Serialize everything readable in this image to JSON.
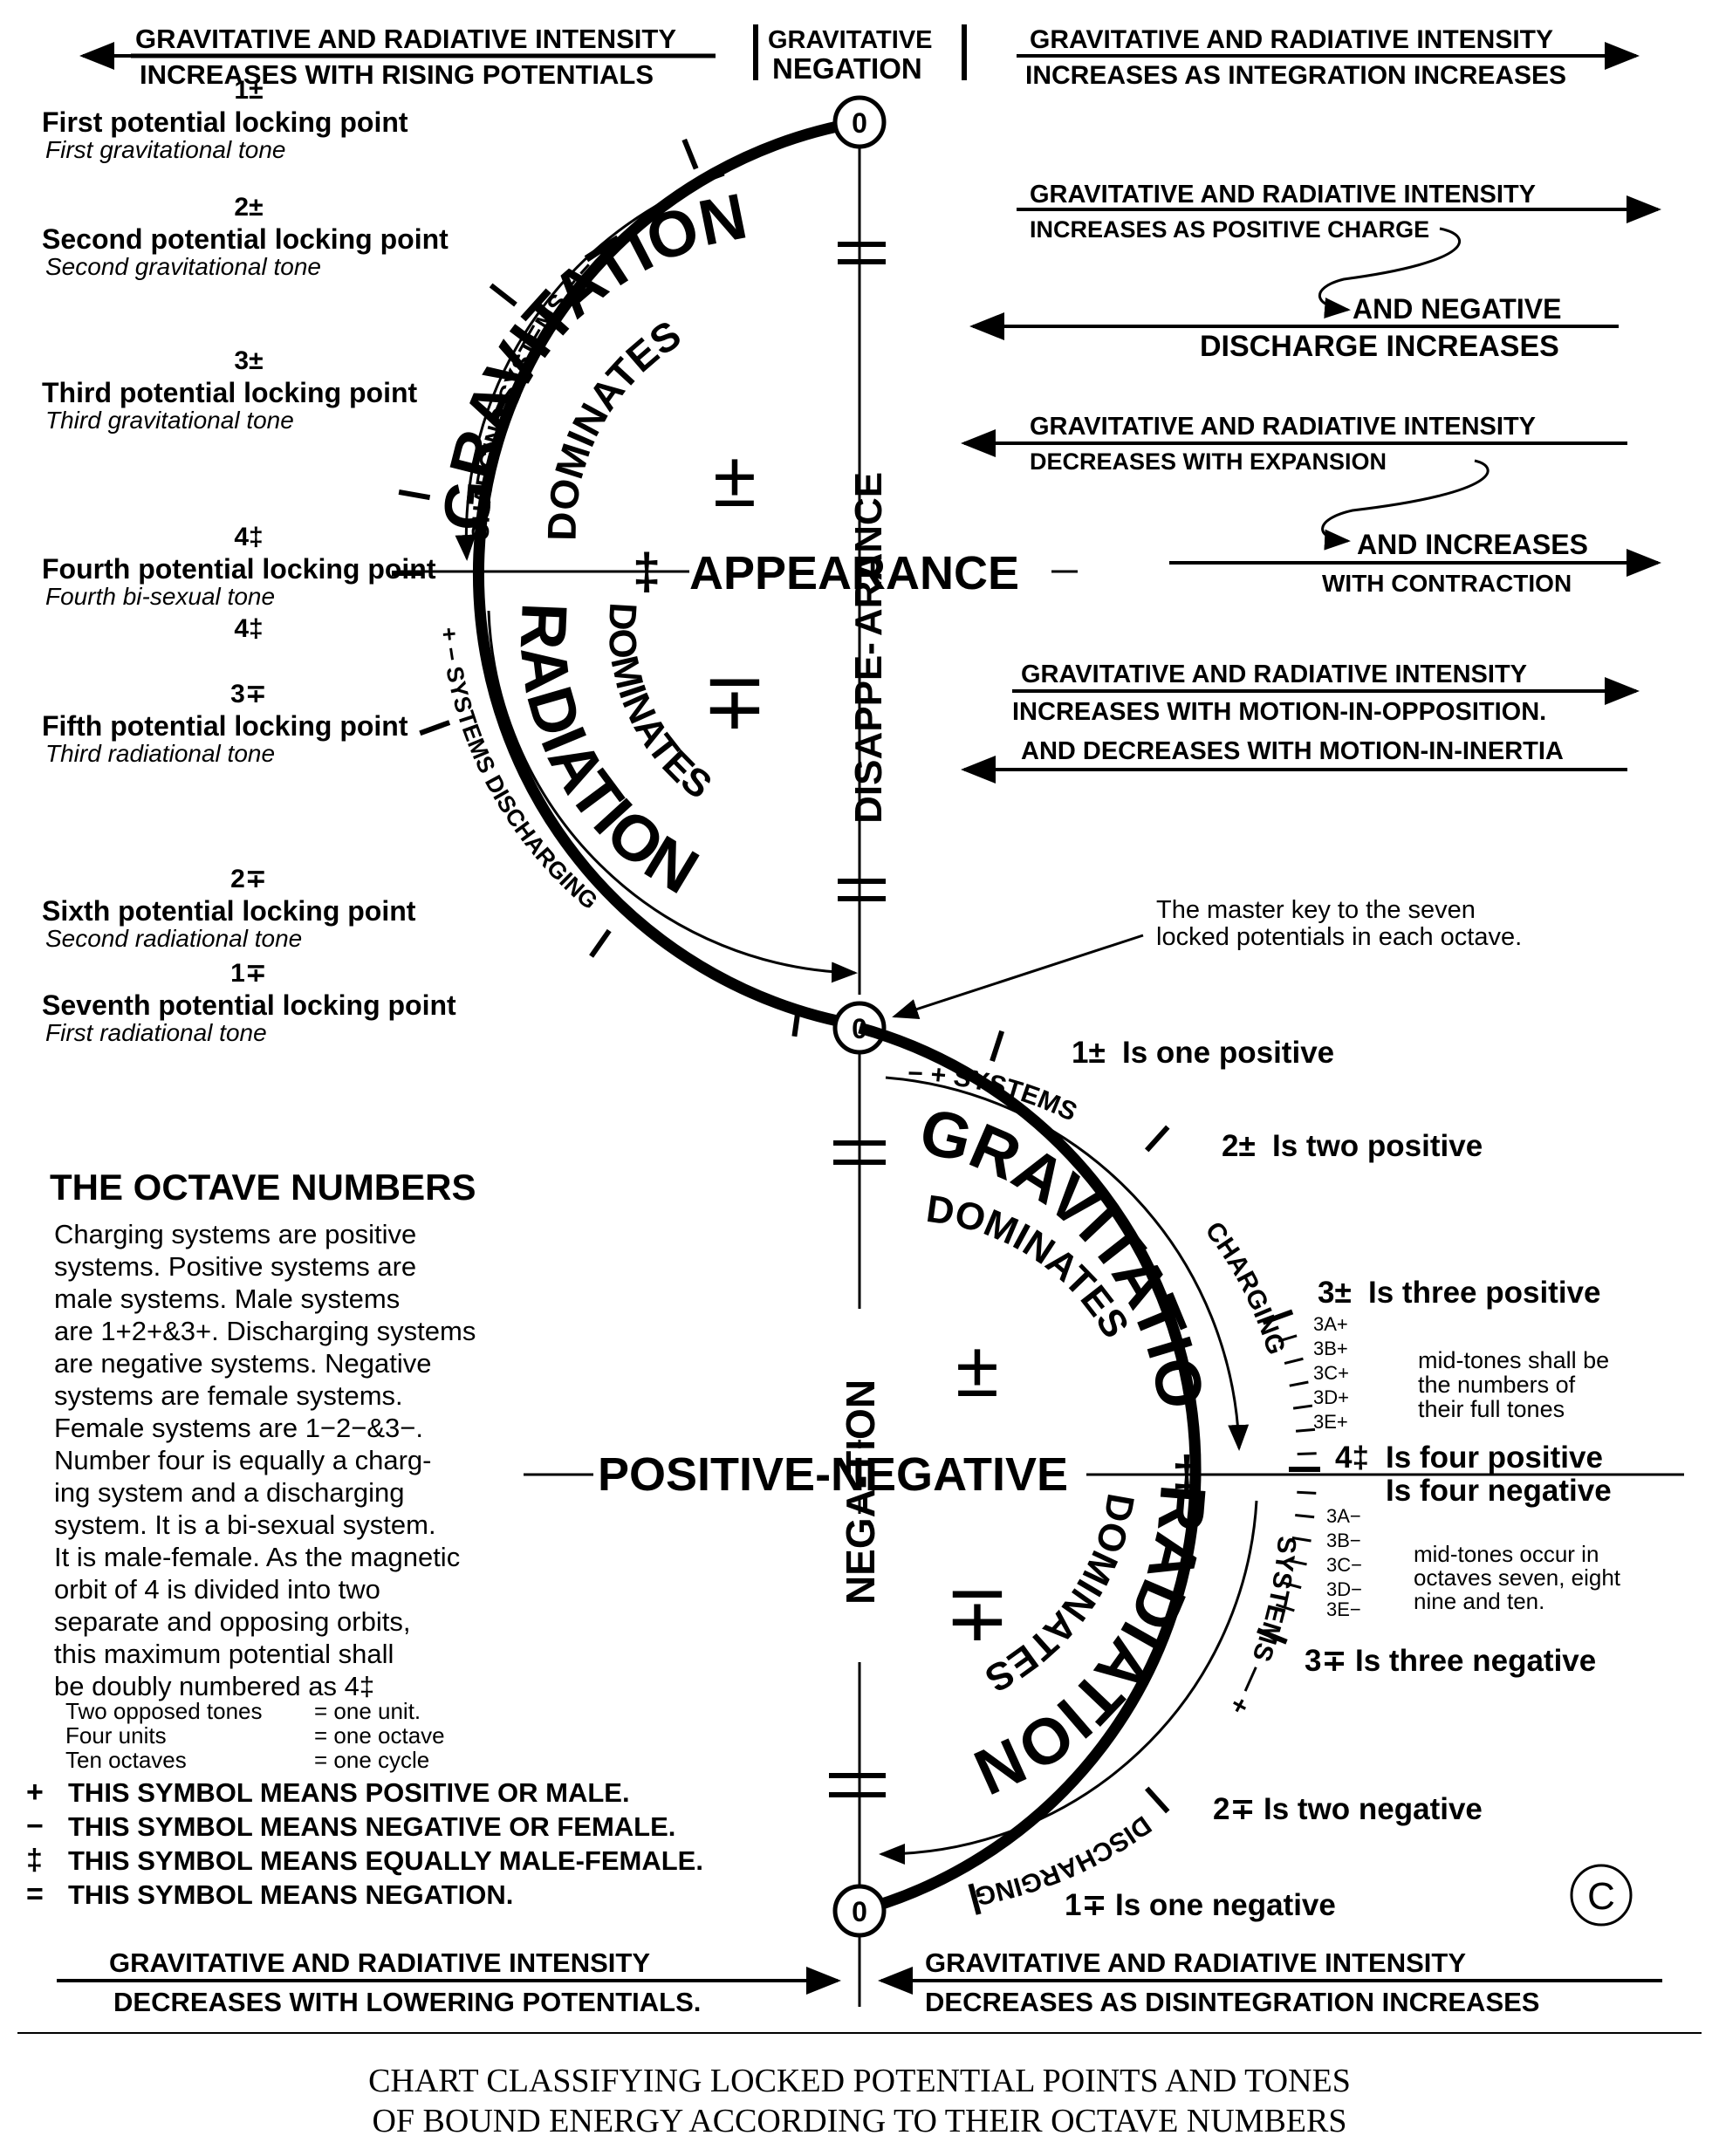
{
  "colors": {
    "ink": "#000000",
    "paper": "#ffffff"
  },
  "top": {
    "left_line1": "GRAVITATIVE AND RADIATIVE INTENSITY",
    "left_line2": "INCREASES WITH RISING POTENTIALS",
    "center_line1": "GRAVITATIVE",
    "center_line2": "NEGATION",
    "right_line1": "GRAVITATIVE AND RADIATIVE INTENSITY",
    "right_line2": "INCREASES AS INTEGRATION INCREASES"
  },
  "zero_symbol": "0",
  "upper": {
    "locking_points": [
      {
        "num": "1±",
        "title": "First potential locking point",
        "tone": "First gravitational tone"
      },
      {
        "num": "2±",
        "title": "Second potential locking point",
        "tone": "Second gravitational tone"
      },
      {
        "num": "3±",
        "title": "Third potential locking point",
        "tone": "Third gravitational tone"
      },
      {
        "num": "4‡",
        "title": "Fourth potential locking point",
        "tone": "Fourth bi-sexual tone",
        "num_below": "4‡"
      },
      {
        "num": "3∓",
        "title": "Fifth potential locking point",
        "tone": "Third radiational tone"
      },
      {
        "num": "2∓",
        "title": "Sixth potential locking point",
        "tone": "Second radiational tone"
      },
      {
        "num": "1∓",
        "title": "Seventh potential locking point",
        "tone": "First radiational tone"
      }
    ],
    "charging_systems": "CHARGING SYSTEMS + −",
    "discharging_systems": "+ − SYSTEMS DISCHARGING",
    "gravitation": "GRAVITATION",
    "dominates_top": "DOMINATES",
    "radiation": "RADIATION",
    "dominates_bottom": "DOMINATES",
    "plus_minus": "±",
    "minus_plus": "∓",
    "appearance_symbol": "‡",
    "appearance": "APPEARANCE",
    "vertical_top": "ARANCE",
    "vertical_bottom": "DISAPPE-"
  },
  "right_notes": [
    {
      "line1": "GRAVITATIVE AND RADIATIVE INTENSITY",
      "line2": "INCREASES AS POSITIVE CHARGE",
      "line3": "AND NEGATIVE",
      "line4": "DISCHARGE INCREASES"
    },
    {
      "line1": "GRAVITATIVE AND RADIATIVE INTENSITY",
      "line2": "DECREASES WITH EXPANSION",
      "line3": "AND INCREASES",
      "line4": "WITH CONTRACTION"
    },
    {
      "line1": "GRAVITATIVE AND RADIATIVE INTENSITY",
      "line2": "INCREASES WITH MOTION-IN-OPPOSITION.",
      "line3": "AND DECREASES WITH MOTION-IN-INERTIA"
    }
  ],
  "master_key": {
    "line1": "The master key to the seven",
    "line2": "locked potentials in each octave."
  },
  "lower": {
    "tones": [
      {
        "num": "1±",
        "text": "Is one positive"
      },
      {
        "num": "2±",
        "text": "Is two positive"
      },
      {
        "num": "3±",
        "text": "Is three positive"
      },
      {
        "num": "4‡",
        "text": "Is four positive",
        "text2": "Is four negative"
      },
      {
        "num": "3∓",
        "text": "Is three negative"
      },
      {
        "num": "2∓",
        "text": "Is two negative"
      },
      {
        "num": "1∓",
        "text": "Is one negative"
      }
    ],
    "midtones_positive": [
      "3A+",
      "3B+",
      "3C+",
      "3D+",
      "3E+"
    ],
    "midtones_negative": [
      "3A−",
      "3B−",
      "3C−",
      "3D−",
      "3E−"
    ],
    "midtone_note1": [
      "mid-tones shall be",
      "the numbers of",
      "their full tones"
    ],
    "midtone_note2": [
      "mid-tones occur in",
      "octaves seven, eight",
      "nine and ten."
    ],
    "systems_top": "− + SYSTEMS",
    "charging": "CHARGING",
    "systems_bottom": "SYSTEMS — +",
    "discharging": "DISCHARGING",
    "gravitation": "GRAVITATION",
    "dominates_top": "DOMINATES",
    "radiation": "RADIATION",
    "dominates_bottom": "DOMINATES",
    "plus_minus": "±",
    "minus_plus": "∓",
    "center_symbol": "‡",
    "positive_negative": "POSITIVE-NEGATIVE",
    "vertical_negation": "NEGA-TION"
  },
  "octave_numbers": {
    "heading": "THE OCTAVE NUMBERS",
    "lines": [
      "Charging systems are positive",
      "systems. Positive systems are",
      "male systems. Male systems",
      "are 1+2+&3+. Discharging systems",
      "are negative systems. Negative",
      "systems are female systems.",
      "Female systems are 1−2−&3−.",
      "Number four is equally a charg-",
      "ing system and a discharging",
      "system. It is a bi-sexual system.",
      "It is male-female. As the magnetic",
      "orbit of 4 is divided into two",
      "separate and opposing orbits,",
      "this maximum potential shall",
      "be doubly numbered as 4‡"
    ],
    "units": [
      {
        "left": "Two opposed tones",
        "right": "= one unit."
      },
      {
        "left": "Four units",
        "right": "= one octave"
      },
      {
        "left": "Ten octaves",
        "right": "= one cycle"
      }
    ],
    "symbols": [
      {
        "sym": "+",
        "text": "THIS SYMBOL MEANS POSITIVE OR MALE."
      },
      {
        "sym": "−",
        "text": "THIS SYMBOL MEANS NEGATIVE OR FEMALE."
      },
      {
        "sym": "‡",
        "text": "THIS SYMBOL MEANS EQUALLY MALE-FEMALE."
      },
      {
        "sym": "=",
        "text": "THIS SYMBOL MEANS NEGATION."
      }
    ]
  },
  "bottom": {
    "left_line1": "GRAVITATIVE AND RADIATIVE INTENSITY",
    "left_line2": "DECREASES WITH LOWERING POTENTIALS.",
    "right_line1": "GRAVITATIVE AND RADIATIVE INTENSITY",
    "right_line2": "DECREASES AS DISINTEGRATION INCREASES"
  },
  "copyright": "C",
  "caption": {
    "line1": "CHART CLASSIFYING LOCKED POTENTIAL POINTS AND TONES",
    "line2": "OF BOUND ENERGY ACCORDING TO THEIR OCTAVE NUMBERS"
  }
}
